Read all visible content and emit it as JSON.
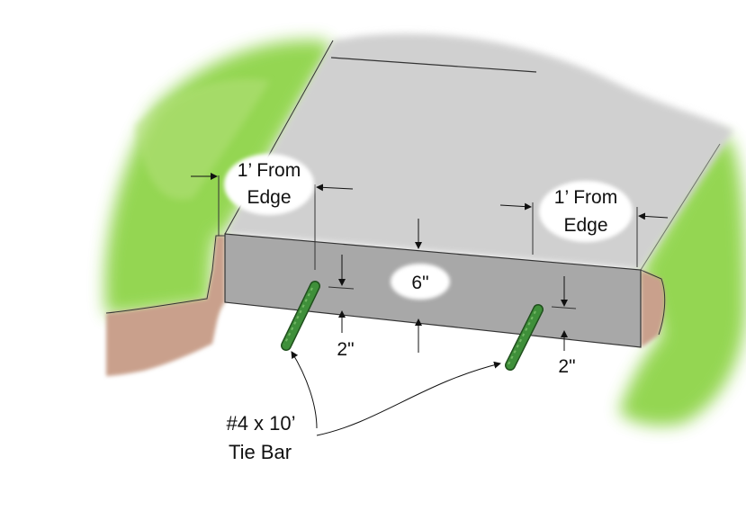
{
  "labels": {
    "left_edge_line1": "1’ From",
    "left_edge_line2": "Edge",
    "right_edge_line1": "1’ From",
    "right_edge_line2": "Edge",
    "thickness": "6\"",
    "left_cover": "2\"",
    "right_cover": "2\"",
    "tie_bar_line1": "#4  x 10’",
    "tie_bar_line2": "Tie  Bar"
  },
  "colors": {
    "slab_top": "#d0d0d0",
    "slab_edge": "#a8a8a8",
    "grass": "#8fd44a",
    "soil": "#c9a08c",
    "tie_bar": "#3f8f3a"
  }
}
